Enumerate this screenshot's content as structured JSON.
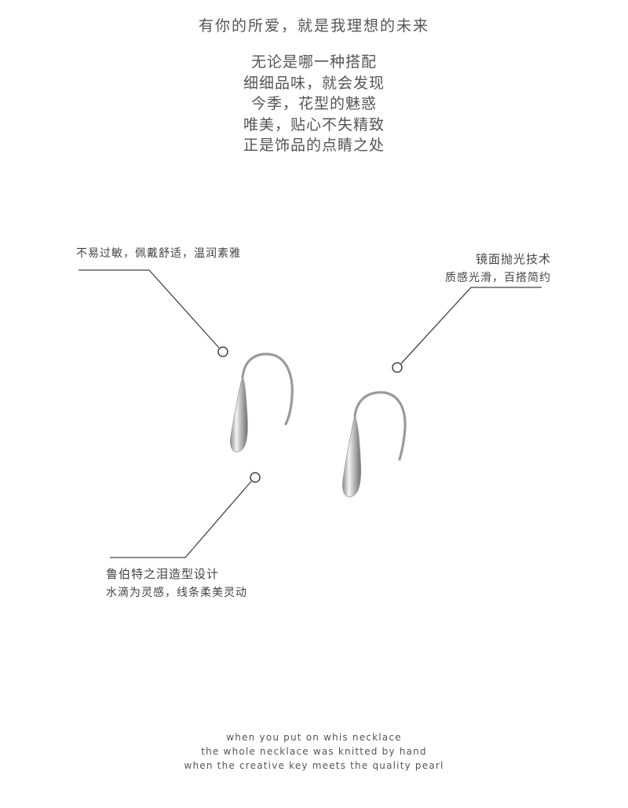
{
  "headline": "有你的所爱，就是我理想的未来",
  "poem": [
    "无论是哪一种搭配",
    "细细品味，就会发现",
    "今季，花型的魅惑",
    "唯美，贴心不失精致",
    "正是饰品的点睛之处"
  ],
  "callouts": {
    "left_top": "不易过敏，佩戴舒适，温润素雅",
    "right_top": {
      "line1": "镜面抛光技术",
      "line2": "质感光滑，百搭简约"
    },
    "bottom_left": {
      "line1": "鲁伯特之泪造型设计",
      "line2": "水滴为灵感，线条柔美灵动"
    }
  },
  "english": [
    "when you put on whis necklace",
    "the whole necklace was knitted by hand",
    "when the creative key meets the quality pearl"
  ],
  "colors": {
    "background": "#ffffff",
    "text": "#555555",
    "line": "#444444"
  }
}
